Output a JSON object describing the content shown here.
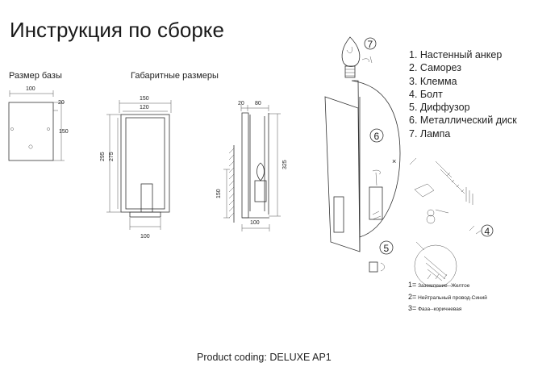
{
  "title": "Инструкция по сборке",
  "base": {
    "heading": "Размер базы",
    "dim_width": "100",
    "dim_offset": "20",
    "dim_height": "150"
  },
  "overall": {
    "heading": "Габаритные размеры",
    "front": {
      "dim_top_outer": "150",
      "dim_top_inner": "120",
      "dim_height_outer": "295",
      "dim_height_inner": "275",
      "dim_bottom": "100"
    },
    "side": {
      "dim_top_a": "20",
      "dim_top_b": "80",
      "dim_height": "325",
      "dim_mount": "150",
      "dim_bottom": "100"
    }
  },
  "parts": [
    "1. Настенный анкер",
    "2. Саморез",
    "3. Клемма",
    "4. Болт",
    "5. Диффузор",
    "6. Металлический диск",
    "7. Лампа"
  ],
  "callouts": [
    "7",
    "6",
    "5",
    "4"
  ],
  "wiring": [
    {
      "num": "1=",
      "text": "Заземление--Желтое"
    },
    {
      "num": "2=",
      "text": "Нейтральный провод-Синий"
    },
    {
      "num": "3=",
      "text": "Фаза--коричневая"
    }
  ],
  "product_coding": "Product coding: DELUXE AP1"
}
